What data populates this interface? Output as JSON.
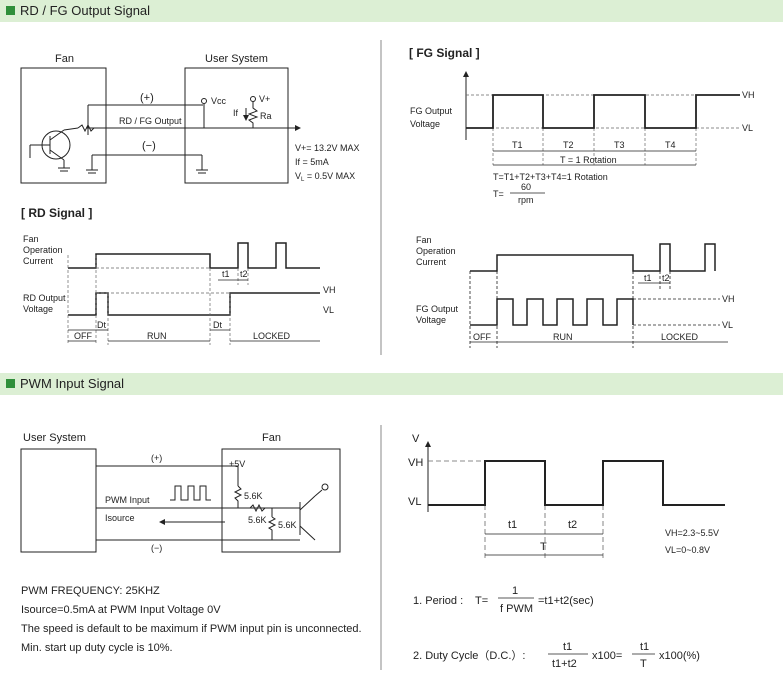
{
  "sections": {
    "rdfg": "RD / FG Output Signal",
    "pwm": "PWM Input Signal"
  },
  "circuit1": {
    "fan": "Fan",
    "user": "User System",
    "plus": "(+)",
    "minus": "(−)",
    "signal": "RD / FG Output",
    "vcc": "Vcc",
    "vplus": "V+",
    "if_lbl": "If",
    "ra": "Ra",
    "spec1": "V+= 13.2V MAX",
    "spec2": "If   = 5mA",
    "spec3_a": "V",
    "spec3_sub": "L",
    "spec3_b": " = 0.5V MAX"
  },
  "rd": {
    "title": "[ RD Signal ]",
    "fan1": "Fan",
    "fan2": "Operation",
    "fan3": "Current",
    "out1": "RD Output",
    "out2": "Voltage",
    "vh": "VH",
    "vl": "VL",
    "t1": "t1",
    "t2": "t2",
    "dt": "Dt",
    "off": "OFF",
    "run": "RUN",
    "locked": "LOCKED"
  },
  "fg": {
    "title": "[ FG Signal ]",
    "out1": "FG Output",
    "out2": "Voltage",
    "vh": "VH",
    "vl": "VL",
    "T1": "T1",
    "T2": "T2",
    "T3": "T3",
    "T4": "T4",
    "rot": "T = 1 Rotation",
    "sum": "T=T1+T2+T3+T4=1 Rotation",
    "f_lhs": "T=",
    "f_num": "60",
    "f_den": "rpm"
  },
  "fg2": {
    "fan1": "Fan",
    "fan2": "Operation",
    "fan3": "Current",
    "out1": "FG Output",
    "out2": "Voltage",
    "vh": "VH",
    "vl": "VL",
    "t1": "t1",
    "t2": "t2",
    "off": "OFF",
    "run": "RUN",
    "locked": "LOCKED"
  },
  "circuit2": {
    "user": "User System",
    "fan": "Fan",
    "plus": "(+)",
    "minus": "(−)",
    "pwm": "PWM Input",
    "isource": "Isource",
    "v5": "+5V",
    "r1": "5.6K",
    "r2": "5.6K",
    "r3": "5.6K"
  },
  "notes": [
    "PWM FREQUENCY: 25KHZ",
    "Isource=0.5mA at PWM Input Voltage 0V",
    "The speed is default to be maximum if PWM input pin is unconnected.",
    "Min. start up duty cycle is 10%."
  ],
  "pwmwave": {
    "v": "V",
    "vh": "VH",
    "vl": "VL",
    "t1": "t1",
    "t2": "t2",
    "T": "T",
    "spec1": "VH=2.3~5.5V",
    "spec2": "VL=0~0.8V"
  },
  "period": {
    "label": "1. Period :",
    "lhs": "T=",
    "num": "1",
    "den": "f PWM",
    "rhs": "=t1+t2(sec)"
  },
  "duty": {
    "label": "2. Duty Cycle（D.C.）:",
    "n1": "t1",
    "d1": "t1+t2",
    "mid": "x100=",
    "n2": "t1",
    "d2": "T",
    "end": "x100(%)"
  }
}
